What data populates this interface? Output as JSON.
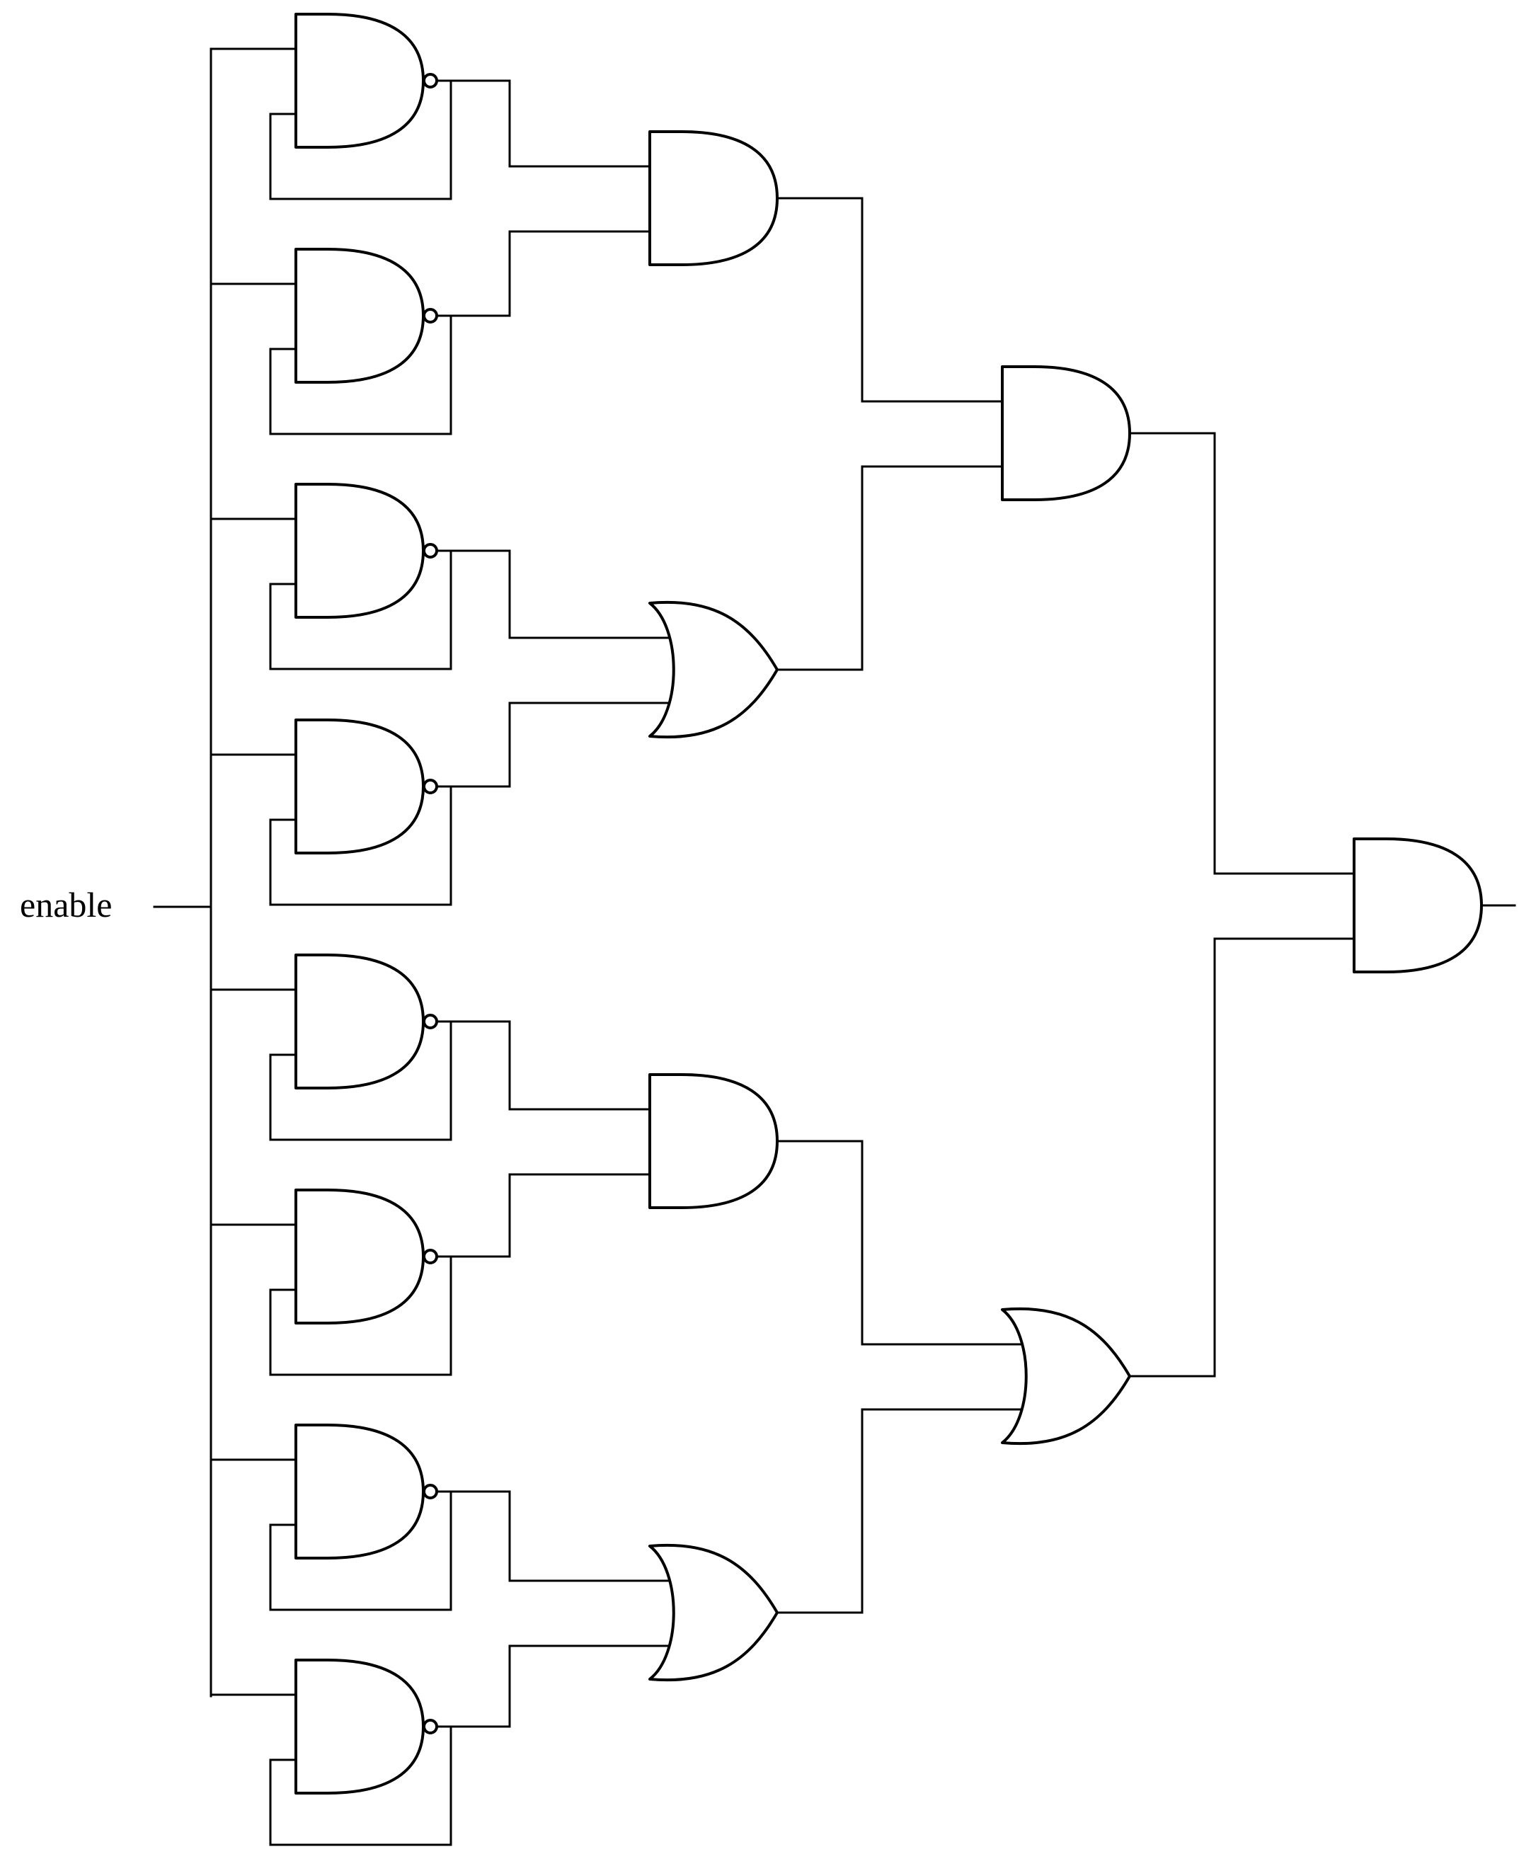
{
  "diagram": {
    "input_label": "enable",
    "colors": {
      "stroke": "#000000",
      "background": "#ffffff"
    },
    "gates": [
      {
        "id": "nand1",
        "type": "NAND"
      },
      {
        "id": "nand2",
        "type": "NAND"
      },
      {
        "id": "nand3",
        "type": "NAND"
      },
      {
        "id": "nand4",
        "type": "NAND"
      },
      {
        "id": "nand5",
        "type": "NAND"
      },
      {
        "id": "nand6",
        "type": "NAND"
      },
      {
        "id": "nand7",
        "type": "NAND"
      },
      {
        "id": "nand8",
        "type": "NAND"
      },
      {
        "id": "and-a",
        "type": "AND",
        "inputs": [
          "nand1",
          "nand2"
        ]
      },
      {
        "id": "or-a",
        "type": "OR",
        "inputs": [
          "nand3",
          "nand4"
        ]
      },
      {
        "id": "and-b",
        "type": "AND",
        "inputs": [
          "nand5",
          "nand6"
        ]
      },
      {
        "id": "or-b",
        "type": "OR",
        "inputs": [
          "nand7",
          "nand8"
        ]
      },
      {
        "id": "and-c",
        "type": "AND",
        "inputs": [
          "and-a",
          "or-a"
        ]
      },
      {
        "id": "or-c",
        "type": "OR",
        "inputs": [
          "and-b",
          "or-b"
        ]
      },
      {
        "id": "and-out",
        "type": "AND",
        "inputs": [
          "and-c",
          "or-c"
        ]
      }
    ]
  }
}
